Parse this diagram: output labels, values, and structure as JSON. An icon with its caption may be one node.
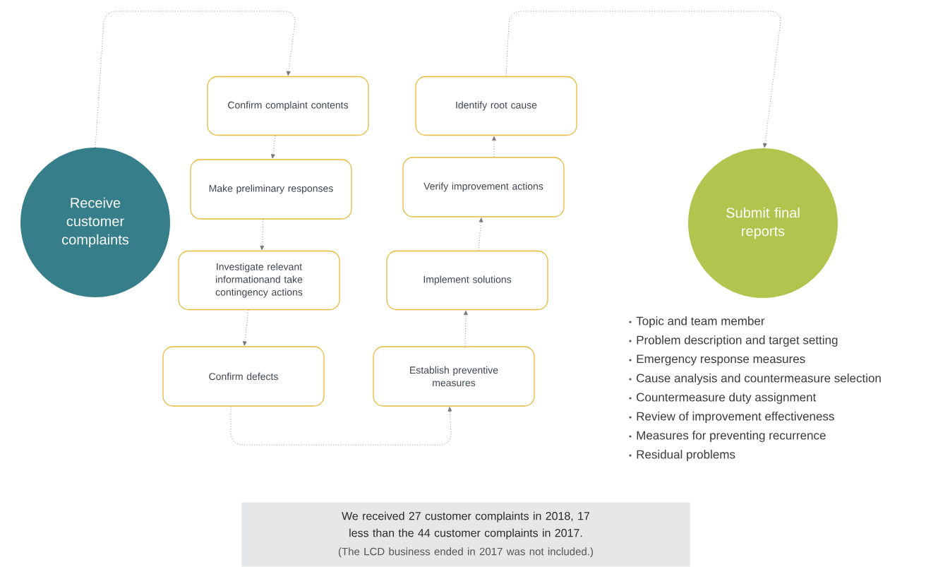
{
  "diagram": {
    "nodes": [
      {
        "text": [
          "Receive customer complaints"
        ]
      },
      {
        "text": [
          "Confirm complaint contents"
        ]
      },
      {
        "text": [
          "Make preliminary responses"
        ]
      },
      {
        "text": [
          "Investigate relevant informationand take contingency actions"
        ]
      },
      {
        "text": [
          "Confirm defects"
        ]
      },
      {
        "text": [
          "Establish preventive measures"
        ]
      },
      {
        "text": [
          "Implement solutions"
        ]
      },
      {
        "text": [
          "Verify improvement actions"
        ]
      },
      {
        "text": [
          "Identify root cause"
        ]
      },
      {
        "text": [
          "Submit final reports"
        ]
      },
      {
        "text": [
          "We received 27 customer complaints in 2018, 17 less than the 44 customer complaints in 2017.",
          "(The LCD business ended in 2017 was not included.)"
        ]
      }
    ],
    "edges": [
      {
        "from": 0,
        "to": 1,
        "arrow": "to"
      },
      {
        "from": 1,
        "to": 2,
        "arrow": "to"
      },
      {
        "from": 2,
        "to": 3,
        "arrow": "to"
      },
      {
        "from": 3,
        "to": 4,
        "arrow": "to"
      },
      {
        "from": 4,
        "to": 5,
        "arrow": "to"
      },
      {
        "from": 5,
        "to": 6,
        "arrow": "to"
      },
      {
        "from": 6,
        "to": 7,
        "arrow": "to"
      },
      {
        "from": 7,
        "to": 8,
        "arrow": "to"
      },
      {
        "from": 8,
        "to": 9,
        "arrow": "to"
      }
    ],
    "labels": [
      "Topic and team member",
      "Problem description and target setting",
      "Emergency response measures",
      "Cause analysis and countermeasure selection",
      "Countermeasure duty assignment",
      "Review of improvement effectiveness",
      "Measures for preventing recurrence",
      "Residual problems"
    ]
  }
}
